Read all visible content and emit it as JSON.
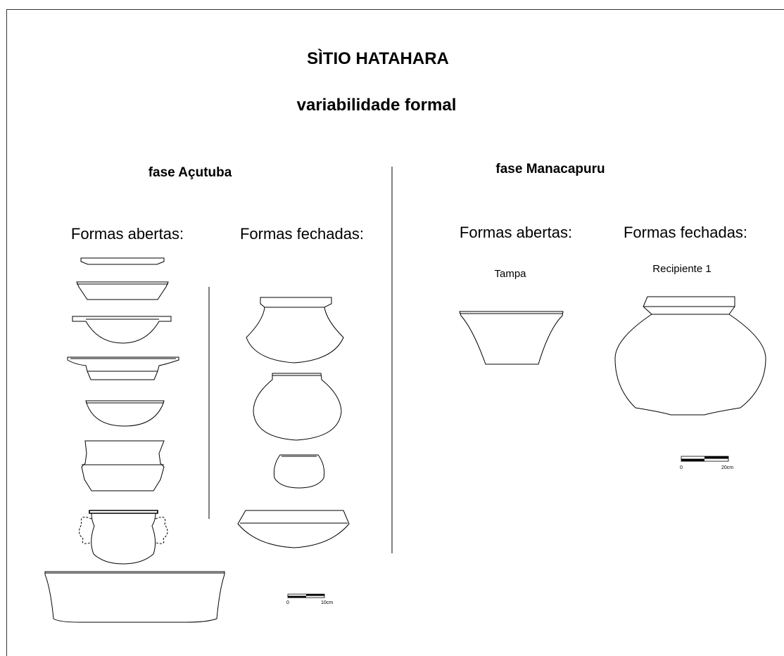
{
  "title": "SÌTIO HATAHARA",
  "subtitle": "variabilidade formal",
  "phases": [
    {
      "name": "fase Açutuba",
      "groups": [
        "Formas abertas:",
        "Formas fechadas:"
      ],
      "scale": {
        "start": "0",
        "end": "10cm"
      }
    },
    {
      "name": "fase Manacapuru",
      "groups": [
        "Formas abertas:",
        "Formas fechadas:"
      ],
      "vessel_labels": [
        "Tampa",
        "Recipiente 1"
      ],
      "scale": {
        "start": "0",
        "end": "20cm"
      }
    }
  ]
}
